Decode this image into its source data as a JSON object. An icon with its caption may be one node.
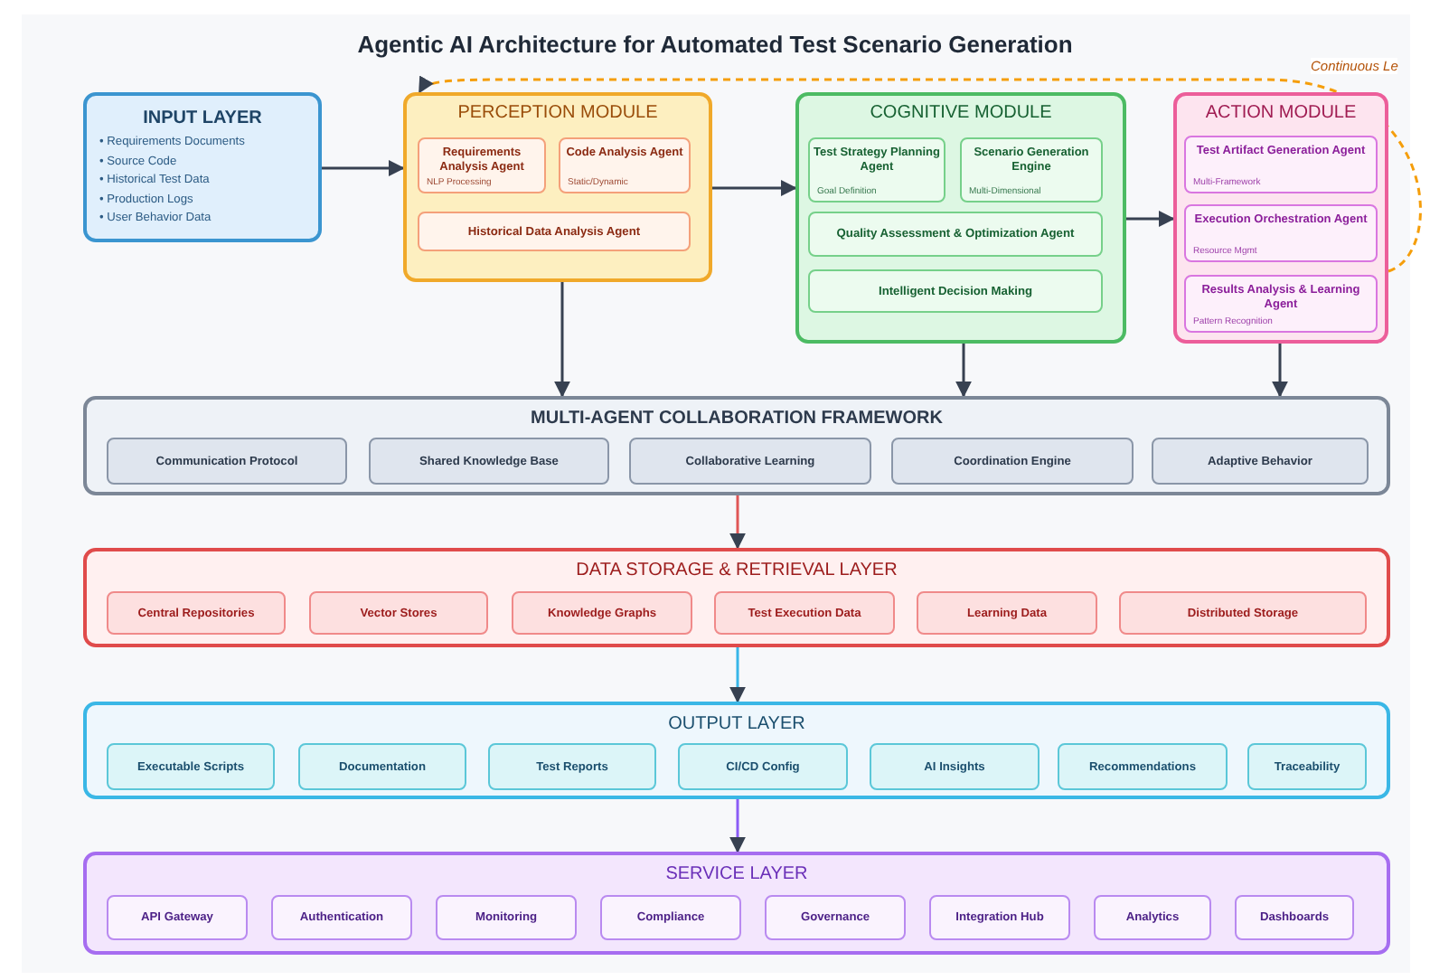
{
  "diagram": {
    "title": "Agentic AI Architecture for Automated Test Scenario Generation",
    "nodes": [
      {
        "text": [
          "INPUT LAYER",
          "• Requirements Documents",
          "• Source Code",
          "• Historical Test Data",
          "• Production Logs",
          "• User Behavior Data"
        ]
      },
      {
        "text": [
          "PERCEPTION MODULE"
        ]
      },
      {
        "text": [
          "Requirements Analysis Agent",
          "NLP Processing"
        ],
        "in": 1
      },
      {
        "text": [
          "Code Analysis Agent",
          "Static/Dynamic"
        ],
        "in": 1
      },
      {
        "text": [
          "Historical Data Analysis Agent"
        ],
        "in": 1
      },
      {
        "text": [
          "COGNITIVE MODULE"
        ]
      },
      {
        "text": [
          "Test Strategy Planning Agent",
          "Goal Definition"
        ],
        "in": 5
      },
      {
        "text": [
          "Scenario Generation Engine",
          "Multi-Dimensional"
        ],
        "in": 5
      },
      {
        "text": [
          "Quality Assessment & Optimization Agent"
        ],
        "in": 5
      },
      {
        "text": [
          "Intelligent Decision Making"
        ],
        "in": 5
      },
      {
        "text": [
          "ACTION MODULE"
        ]
      },
      {
        "text": [
          "Test Artifact Generation Agent",
          "Multi-Framework"
        ],
        "in": 10
      },
      {
        "text": [
          "Execution Orchestration Agent",
          "Resource Mgmt"
        ],
        "in": 10
      },
      {
        "text": [
          "Results Analysis & Learning Agent",
          "Pattern Recognition"
        ],
        "in": 10
      },
      {
        "text": [
          "MULTI-AGENT COLLABORATION FRAMEWORK"
        ]
      },
      {
        "text": [
          "Communication Protocol"
        ],
        "in": 14
      },
      {
        "text": [
          "Shared Knowledge Base"
        ],
        "in": 14
      },
      {
        "text": [
          "Collaborative Learning"
        ],
        "in": 14
      },
      {
        "text": [
          "Coordination Engine"
        ],
        "in": 14
      },
      {
        "text": [
          "Adaptive Behavior"
        ],
        "in": 14
      },
      {
        "text": [
          "DATA STORAGE & RETRIEVAL LAYER"
        ]
      },
      {
        "text": [
          "Central Repositories"
        ],
        "in": 20
      },
      {
        "text": [
          "Vector Stores"
        ],
        "in": 20
      },
      {
        "text": [
          "Knowledge Graphs"
        ],
        "in": 20
      },
      {
        "text": [
          "Test Execution Data"
        ],
        "in": 20
      },
      {
        "text": [
          "Learning Data"
        ],
        "in": 20
      },
      {
        "text": [
          "Distributed Storage"
        ],
        "in": 20
      },
      {
        "text": [
          "OUTPUT LAYER"
        ]
      },
      {
        "text": [
          "Executable Scripts"
        ],
        "in": 27
      },
      {
        "text": [
          "Documentation"
        ],
        "in": 27
      },
      {
        "text": [
          "Test Reports"
        ],
        "in": 27
      },
      {
        "text": [
          "CI/CD Config"
        ],
        "in": 27
      },
      {
        "text": [
          "AI Insights"
        ],
        "in": 27
      },
      {
        "text": [
          "Recommendations"
        ],
        "in": 27
      },
      {
        "text": [
          "Traceability"
        ],
        "in": 27
      },
      {
        "text": [
          "SERVICE LAYER"
        ]
      },
      {
        "text": [
          "API Gateway"
        ],
        "in": 35
      },
      {
        "text": [
          "Authentication"
        ],
        "in": 35
      },
      {
        "text": [
          "Monitoring"
        ],
        "in": 35
      },
      {
        "text": [
          "Compliance"
        ],
        "in": 35
      },
      {
        "text": [
          "Governance"
        ],
        "in": 35
      },
      {
        "text": [
          "Integration Hub"
        ],
        "in": 35
      },
      {
        "text": [
          "Analytics"
        ],
        "in": 35
      },
      {
        "text": [
          "Dashboards"
        ],
        "in": 35
      }
    ],
    "edges": [
      {
        "from": 0,
        "to": 1,
        "arrow": "to"
      },
      {
        "from": 1,
        "to": 5,
        "arrow": "to"
      },
      {
        "from": 5,
        "to": 10,
        "arrow": "to"
      },
      {
        "from": 1,
        "to": 14,
        "arrow": "to"
      },
      {
        "from": 5,
        "to": 14,
        "arrow": "to"
      },
      {
        "from": 10,
        "to": 14,
        "arrow": "to"
      },
      {
        "from": 14,
        "to": 20,
        "arrow": "to",
        "color": "#e05656"
      },
      {
        "from": 20,
        "to": 27,
        "arrow": "to",
        "color": "#38b6e8"
      },
      {
        "from": 27,
        "to": 35,
        "arrow": "to",
        "color": "#8b5cf6"
      },
      {
        "from": 10,
        "to": 1,
        "arrow": "to",
        "style": "dashed",
        "color": "#f59e0b",
        "label": "Continuous Le"
      }
    ]
  }
}
